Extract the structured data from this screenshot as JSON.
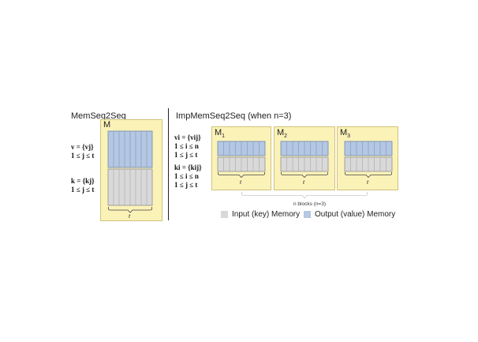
{
  "left": {
    "title": "MemSeq2Seq",
    "panel_label": "M",
    "v_line1": "v = {vj}",
    "v_line2": "1 ≤ j ≤ t",
    "k_line1": "k = {kj}",
    "k_line2": "1 ≤ j ≤ t",
    "t_label": "t"
  },
  "right": {
    "title": "ImpMemSeq2Seq (when n=3)",
    "v_line1": "vi = {vij}",
    "v_line2": "1 ≤ i ≤ n",
    "v_line3": "1 ≤ j ≤ t",
    "k_line1": "ki = {kij}",
    "k_line2": "1 ≤ i ≤ n",
    "k_line3": "1 ≤ j ≤ t",
    "blocks": [
      {
        "label": "M",
        "sub": "1",
        "t_label": "t"
      },
      {
        "label": "M",
        "sub": "2",
        "t_label": "t"
      },
      {
        "label": "M",
        "sub": "3",
        "t_label": "t"
      }
    ],
    "n_blocks_label": "n blocks (n=3)"
  },
  "legend": {
    "input_label": "Input (key) Memory",
    "output_label": "Output (value) Memory"
  },
  "colors": {
    "panel_fill": "#fbf2b8",
    "value_memory": "#b4c7e3",
    "key_memory": "#d9d9d9"
  }
}
